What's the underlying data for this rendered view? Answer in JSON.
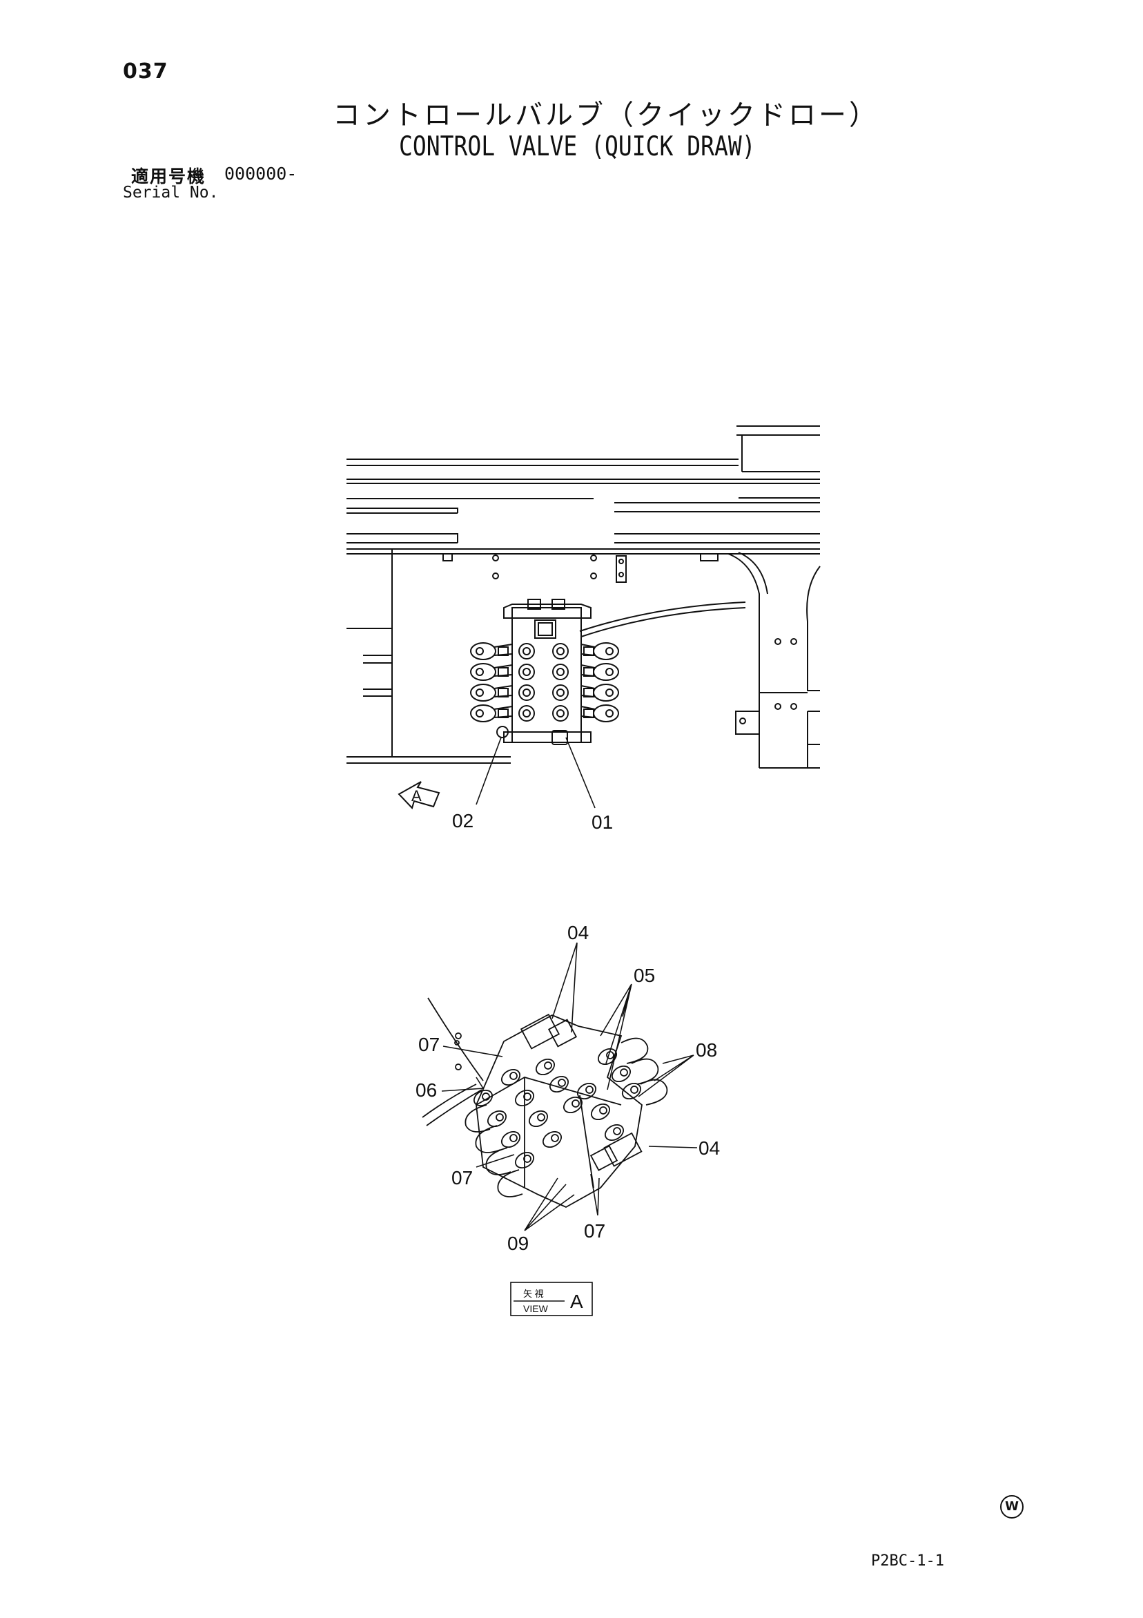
{
  "header": {
    "page_number": "037",
    "title_ja": "コントロールバルブ（クイックドロー）",
    "title_en": "CONTROL VALVE (QUICK DRAW)",
    "serial_label_ja": "適用号機",
    "serial_value": "000000-",
    "serial_label_en": "Serial No."
  },
  "top_view": {
    "view_marker": "A",
    "callouts": [
      "02",
      "01"
    ]
  },
  "view_a": {
    "callouts": [
      "04",
      "05",
      "07",
      "08",
      "06",
      "04",
      "07",
      "09",
      "07"
    ],
    "caption": {
      "ja": "矢 視",
      "en": "VIEW",
      "letter": "A"
    }
  },
  "footer": {
    "code": "P2BC-1-1",
    "mark": "W"
  }
}
